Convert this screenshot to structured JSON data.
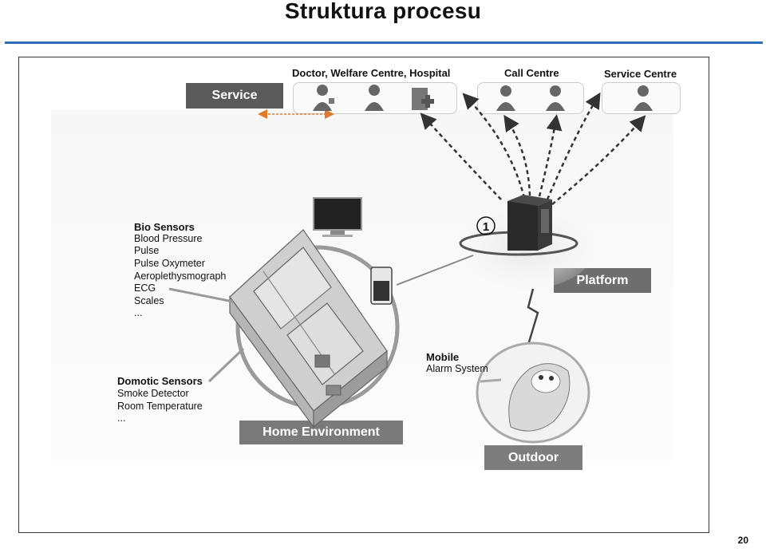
{
  "slide": {
    "title": "Struktura procesu",
    "page_number": "20"
  },
  "service": {
    "label": "Service",
    "groups": [
      {
        "title": "Doctor, Welfare Centre, Hospital"
      },
      {
        "title": "Call Centre"
      },
      {
        "title": "Service Centre"
      }
    ]
  },
  "platform": {
    "label": "Platform",
    "marker": "①"
  },
  "home": {
    "label": "Home Environment",
    "bio_sensors": {
      "title": "Bio Sensors",
      "items": [
        "Blood Pressure",
        "Pulse",
        "Pulse Oxymeter",
        "Aeroplethysmograph",
        "ECG",
        "Scales",
        "..."
      ]
    },
    "domotic_sensors": {
      "title": "Domotic Sensors",
      "items": [
        "Smoke Detector",
        "Room Temperature",
        "..."
      ]
    }
  },
  "outdoor": {
    "label": "Outdoor",
    "mobile": {
      "title": "Mobile",
      "subtitle": "Alarm System"
    }
  }
}
